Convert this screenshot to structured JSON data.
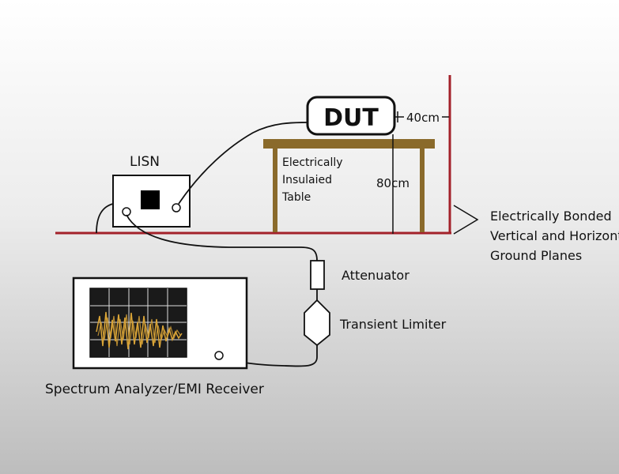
{
  "labels": {
    "dut": "DUT",
    "lisn": "LISN",
    "dim_40": "40cm",
    "dim_80": "80cm",
    "table_line1": "Electrically",
    "table_line2": "Insulaied",
    "table_line3": "Table",
    "ground_line1": "Electrically Bonded",
    "ground_line2": "Vertical and Horizontal",
    "ground_line3": "Ground Planes",
    "attenuator": "Attenuator",
    "limiter": "Transient Limiter",
    "analyzer": "Spectrum Analyzer/EMI Receiver"
  },
  "colors": {
    "ground_plane": "#a3212a",
    "table": "#8a6a2b",
    "outline": "#111111",
    "screen": "#1a1a1a",
    "signal": "#d9a437",
    "lisn_block": "#000000"
  }
}
